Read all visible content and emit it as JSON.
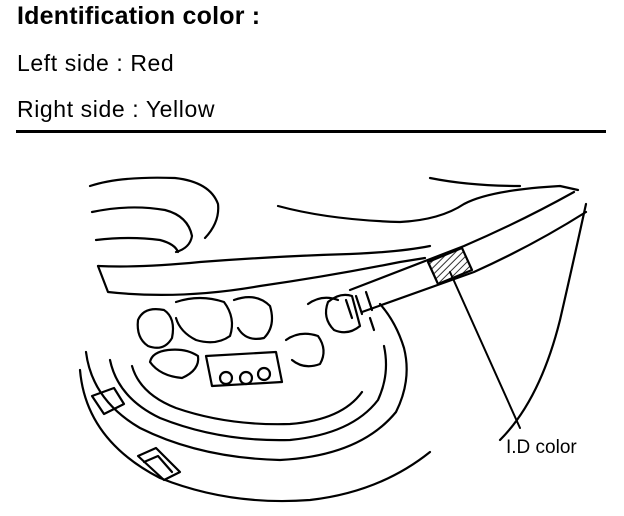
{
  "heading": "Identification color :",
  "left_side": "Left side :  Red",
  "right_side": "Right side :  Yellow",
  "callout_label": "I.D color"
}
